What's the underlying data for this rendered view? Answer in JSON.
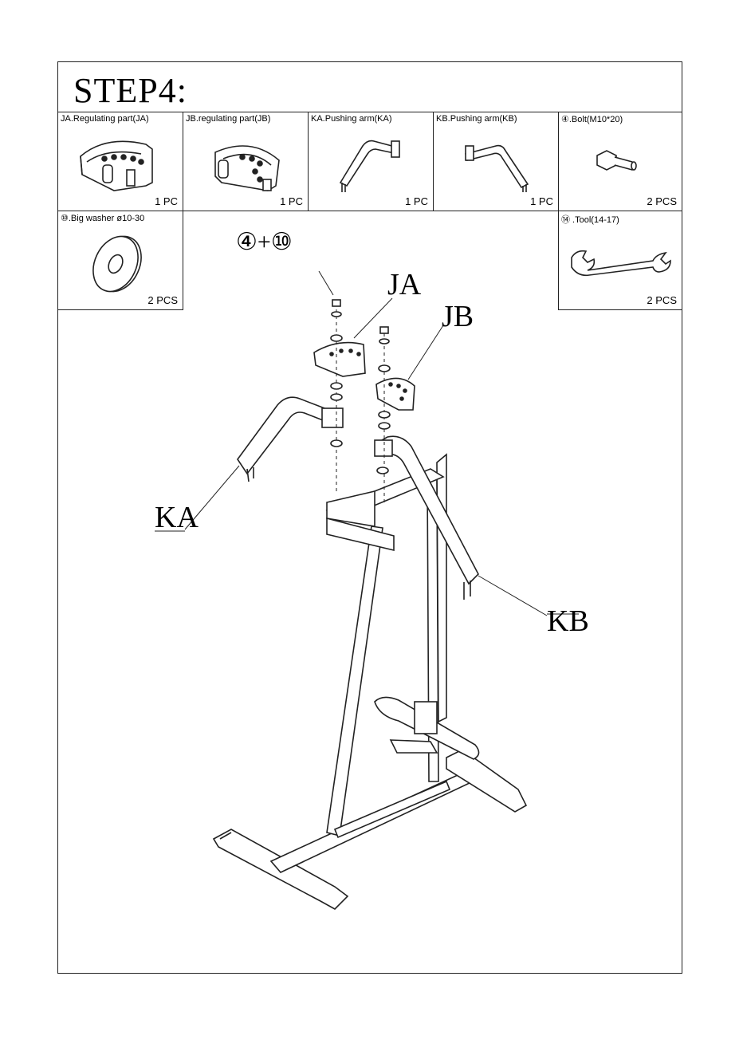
{
  "step_title": "STEP4:",
  "parts": [
    {
      "label": "JA.Regulating part(JA)",
      "qty": "1 PC",
      "icon": "regulating-part-ja-icon"
    },
    {
      "label": "JB.regulating part(JB)",
      "qty": "1 PC",
      "icon": "regulating-part-jb-icon"
    },
    {
      "label": "KA.Pushing arm(KA)",
      "qty": "1 PC",
      "icon": "pushing-arm-ka-icon"
    },
    {
      "label": "KB.Pushing arm(KB)",
      "qty": "1 PC",
      "icon": "pushing-arm-kb-icon"
    },
    {
      "label": "④.Bolt(M10*20)",
      "qty": "2 PCS",
      "icon": "bolt-icon"
    },
    {
      "label": "⑩.Big washer ø10-30",
      "qty": "2 PCS",
      "icon": "washer-icon"
    },
    {
      "label": "⑭ .Tool(14-17)",
      "qty": "2 PCS",
      "icon": "wrench-icon"
    }
  ],
  "diagram": {
    "fastener_note": "④+⑩",
    "callouts": [
      "JA",
      "JB",
      "KA",
      "KB"
    ]
  }
}
